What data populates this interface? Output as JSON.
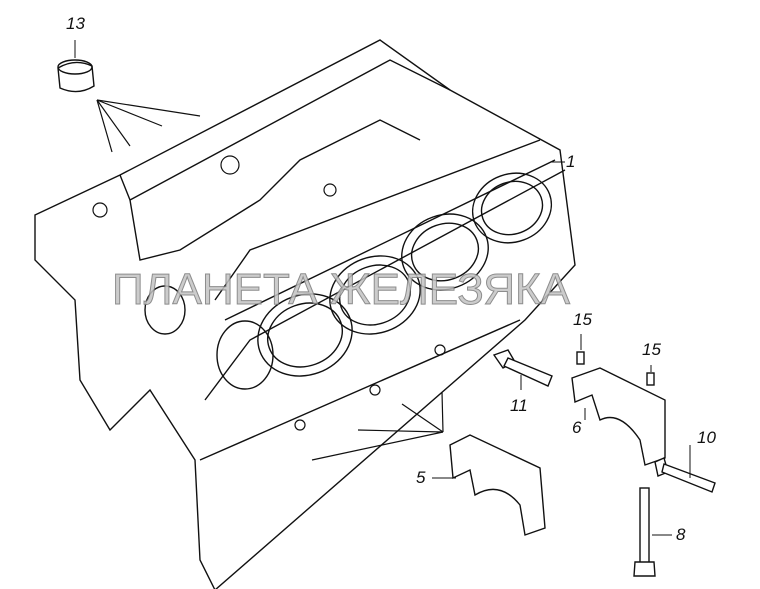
{
  "watermark": "ПЛАНЕТА ЖЕЛЕЗЯКА",
  "callouts": {
    "block": "1",
    "main_cap_front": "5",
    "main_cap_rear": "6",
    "long_bolt": "8",
    "side_bolt": "10",
    "tie_bolt": "11",
    "bushing": "13",
    "pin_left": "15",
    "pin_right": "15"
  }
}
